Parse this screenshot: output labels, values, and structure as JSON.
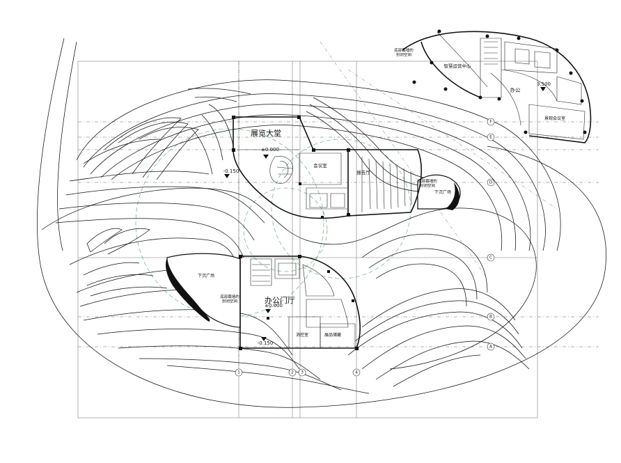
{
  "plan": {
    "spaces": {
      "exhibition_hall": "展览大堂",
      "meeting_room": "会议室",
      "report_hall": "报告厅",
      "office_lobby": "办公门厅",
      "sunken_plaza_right": "下沉广场",
      "sunken_plaza_left": "下沉广场",
      "facade_void_right": "底部幕墙的\n封闭空间",
      "facade_void_left": "底部幕墙的\n封闭空间",
      "facade_void_top": "底部幕墙的\n封闭空间",
      "wisdom_center": "智慧运营中心",
      "office": "办公",
      "view_meeting_room": "景观会议室",
      "control_room": "消控室",
      "exhibit_storage": "展品储藏"
    },
    "levels": {
      "hall_level": "±0.000",
      "office_level": "±0.000",
      "left_level": "-0.150",
      "bottom_level": "-0.150",
      "upper_level": "3.500"
    },
    "axes": {
      "vertical": [
        "1",
        "2",
        "3",
        "4"
      ],
      "horizontal": [
        "F",
        "E",
        "D",
        "C",
        "B",
        "A"
      ]
    }
  }
}
